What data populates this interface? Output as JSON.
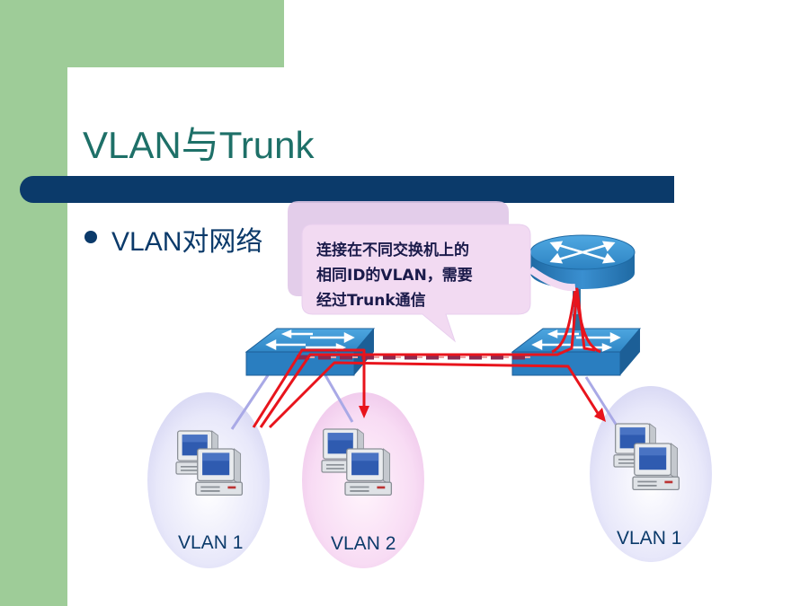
{
  "slide": {
    "title": "VLAN与Trunk",
    "bullet": "VLAN对网络",
    "colors": {
      "green": "#9ecc98",
      "navy": "#0b3a6a",
      "title_teal": "#1e7068",
      "trunk_red": "#e8141c",
      "callout_bg": "#f2daf2"
    }
  },
  "callout": {
    "line1": "连接在不同交换机上的",
    "line2": "相同ID的VLAN，需要",
    "line3": "经过Trunk通信"
  },
  "vlans": {
    "left_vlan1": "VLAN 1",
    "middle_vlan2": "VLAN 2",
    "right_vlan1": "VLAN 1"
  },
  "icons": {
    "router": "router-icon",
    "switch": "switch-icon",
    "computer": "computer-icon"
  }
}
